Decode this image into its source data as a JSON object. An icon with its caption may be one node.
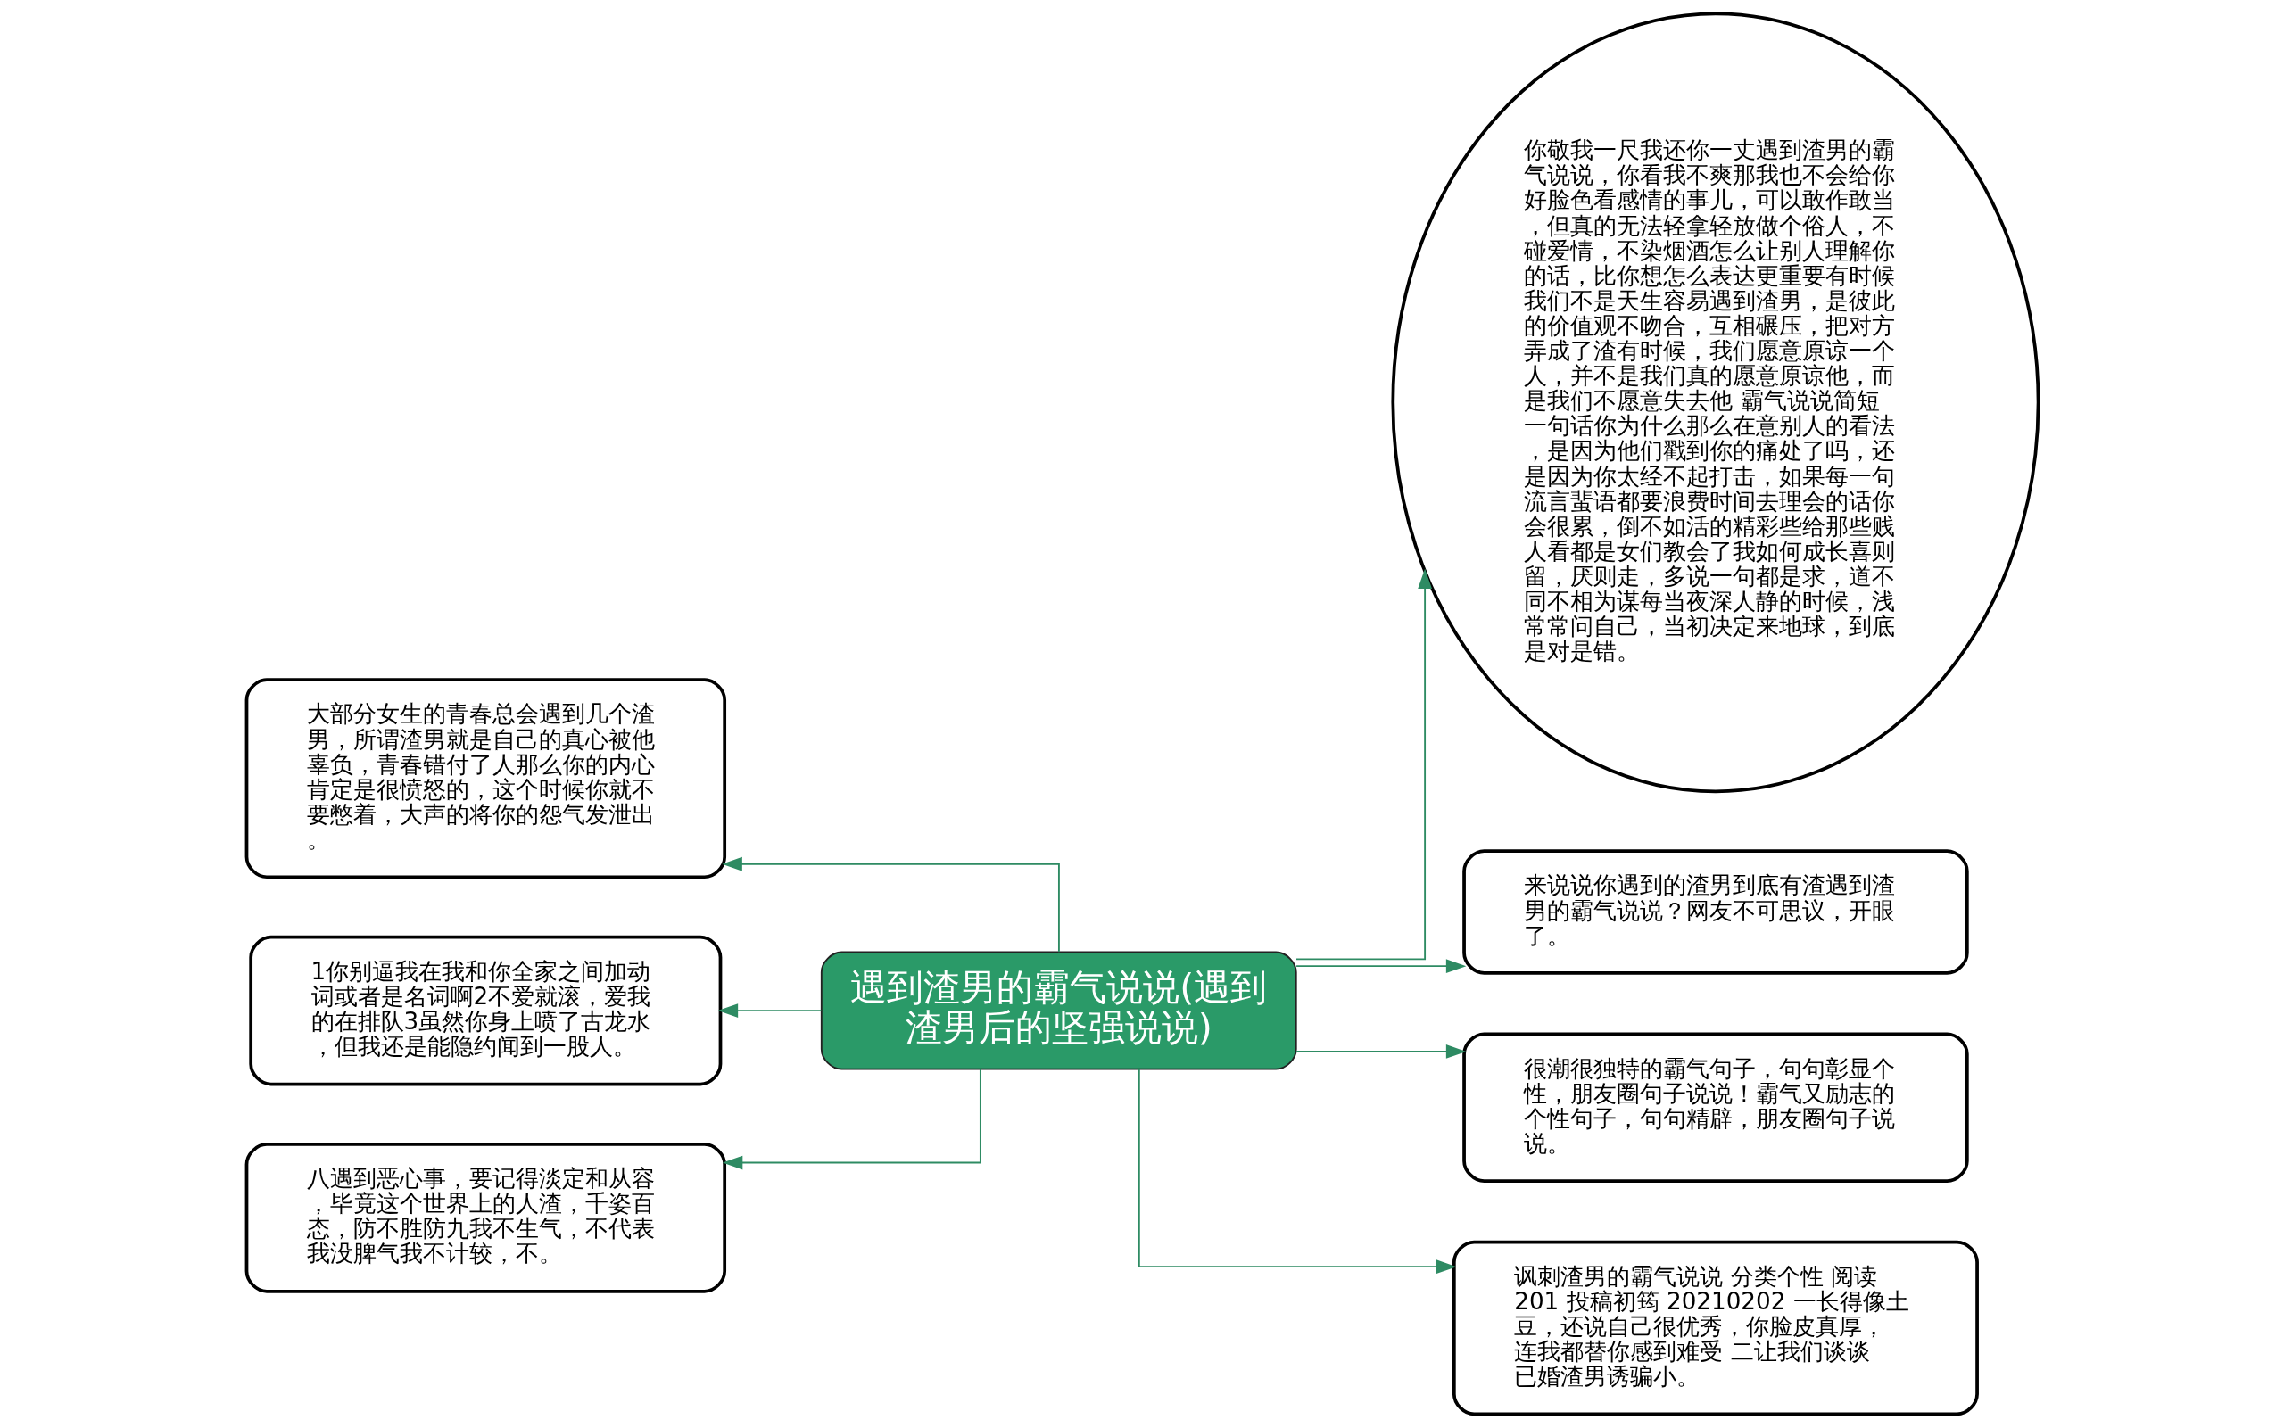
{
  "diagram": {
    "nodes": [
      {
        "text": [
          "遇到渣男的霸气说说(遇到渣男后的坚强说说)"
        ]
      },
      {
        "text": [
          "大部分女生的青春总会遇到几个渣男，所谓渣男就是自己的真心被他辜负，青春错付了人那么你的内心肯定是很愤怒的，这个时候你就不要憋着，大声的将你的怨气发泄出。"
        ]
      },
      {
        "text": [
          "1你别逼我在我和你全家之间加动词或者是名词啊2不爱就滚，爱我的在排队3虽然你身上喷了古龙水，但我还是能隐约闻到一股人。"
        ]
      },
      {
        "text": [
          "八遇到恶心事，要记得淡定和从容，毕竟这个世界上的人渣，千姿百态，防不胜防九我不生气，不代表我没脾气我不计较，不。"
        ]
      },
      {
        "text": [
          "你敬我一尺我还你一丈遇到渣男的霸气说说，你看我不爽那我也不会给你好脸色看感情的事儿，可以敢作敢当，但真的无法轻拿轻放做个俗人，不碰爱情，不染烟酒怎么让别人理解你的话，比你想怎么表达更重要有时候我们不是天生容易遇到渣男，是彼此的价值观不吻合，互相碾压，把对方弄成了渣有时候，我们愿意原谅一个人，并不是我们真的愿意原谅他，而是我们不愿意失去他 霸气说说简短一句话你为什么那么在意别人的看法，是因为他们戳到你的痛处了吗，还是因为你太经不起打击，如果每一句流言蜚语都要浪费时间去理会的话你会很累，倒不如活的精彩些给那些贱人看都是女们教会了我如何成长喜则留，厌则走，多说一句都是求，道不同不相为谋每当夜深人静的时候，浅常常问自己，当初决定来地球，到底是对是错。"
        ]
      },
      {
        "text": [
          "来说说你遇到的渣男到底有渣遇到渣男的霸气说说？网友不可思议，开眼了。"
        ]
      },
      {
        "text": [
          "很潮很独特的霸气句子，句句彰显个性，朋友圈句子说说！霸气又励志的个性句子，句句精辟，朋友圈句子说说。"
        ]
      },
      {
        "text": [
          "讽刺渣男的霸气说说 分类个性 阅读201 投稿初筠 20210202 一长得像土豆，还说自己很优秀，你脸皮真厚，连我都替你感到难受 二让我们谈谈已婚渣男诱骗小。"
        ]
      }
    ],
    "edges": [
      {
        "from": 0,
        "to": 1,
        "arrow": "to"
      },
      {
        "from": 0,
        "to": 2,
        "arrow": "to"
      },
      {
        "from": 0,
        "to": 3,
        "arrow": "to"
      },
      {
        "from": 0,
        "to": 4,
        "arrow": "to"
      },
      {
        "from": 0,
        "to": 5,
        "arrow": "to"
      },
      {
        "from": 0,
        "to": 6,
        "arrow": "to"
      },
      {
        "from": 0,
        "to": 7,
        "arrow": "to"
      }
    ]
  }
}
